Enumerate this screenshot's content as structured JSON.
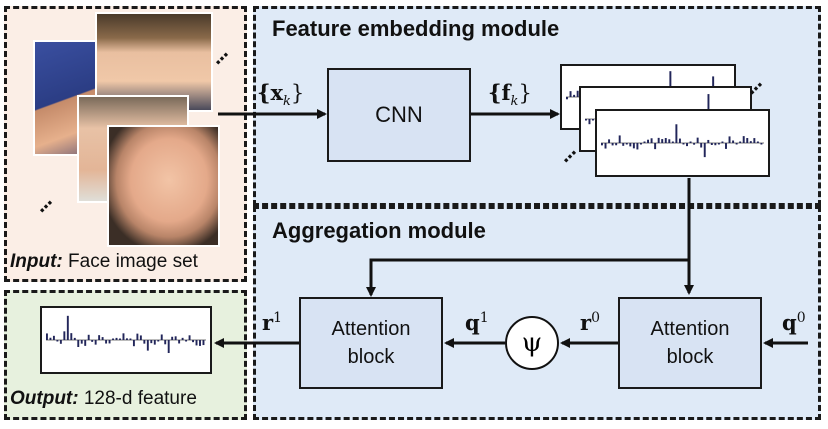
{
  "input_module": {
    "label_bold": "Input:",
    "label_text": " Face image set"
  },
  "feature_module": {
    "title": "Feature embedding module",
    "cnn_label": "CNN",
    "input_symbol": "{x",
    "input_sub": "k",
    "output_symbol": "{f",
    "output_sub": "k"
  },
  "aggregation_module": {
    "title": "Aggregation module",
    "attention_block_right": [
      "Attention",
      "block"
    ],
    "attention_block_left": [
      "Attention",
      "block"
    ],
    "psi_symbol": "ψ",
    "q0": "q",
    "q0_sup": "0",
    "r0": "r",
    "r0_sup": "0",
    "q1": "q",
    "q1_sup": "1",
    "r1": "r",
    "r1_sup": "1"
  },
  "output_module": {
    "label_bold": "Output:",
    "label_text": " 128-d feature"
  },
  "colors": {
    "background": "#dfeaf7",
    "input_bg": "#fbeee6",
    "output_bg": "#e7f1de",
    "block_fill": "#d8e3f3",
    "bar": "#22265a"
  },
  "icons": [
    "face-photo",
    "ellipsis-dots",
    "arrow"
  ]
}
